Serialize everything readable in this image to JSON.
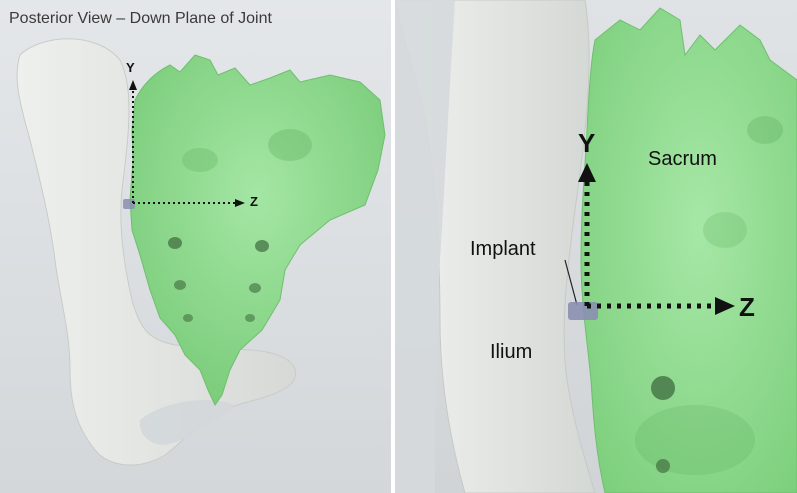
{
  "left_panel": {
    "title": "Posterior View – Down Plane of Joint",
    "axis_y": "Y",
    "axis_z": "Z"
  },
  "right_panel": {
    "axis_y": "Y",
    "axis_z": "Z",
    "sacrum_label": "Sacrum",
    "implant_label": "Implant",
    "ilium_label": "Ilium"
  },
  "colors": {
    "sacrum": "#8fdb8f",
    "ilium": "#e2e4e2",
    "implant": "#8a8fb0",
    "background": "#d8dcdf"
  }
}
